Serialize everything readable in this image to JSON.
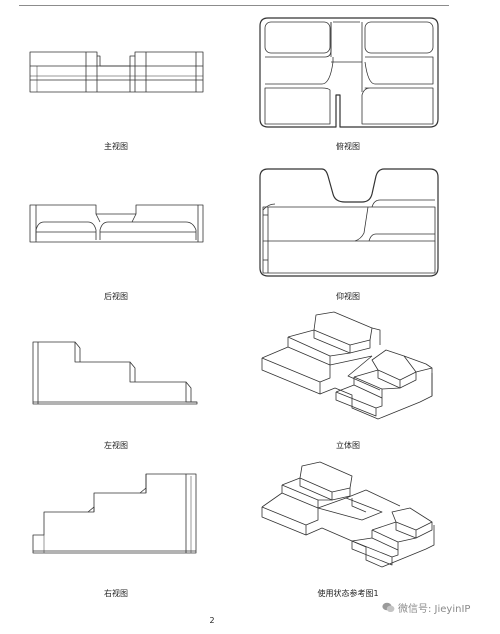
{
  "captions": {
    "front": "主视图",
    "top": "俯视图",
    "rear": "后视图",
    "bottom": "仰视图",
    "left": "左视图",
    "perspective": "立体图",
    "right": "右视图",
    "usage": "使用状态参考图1"
  },
  "page_number": "2",
  "watermark": "微信号: JieyinIP",
  "colors": {
    "line": "#333333",
    "rule": "#8c8c8c",
    "watermark": "#8a8a8a"
  }
}
